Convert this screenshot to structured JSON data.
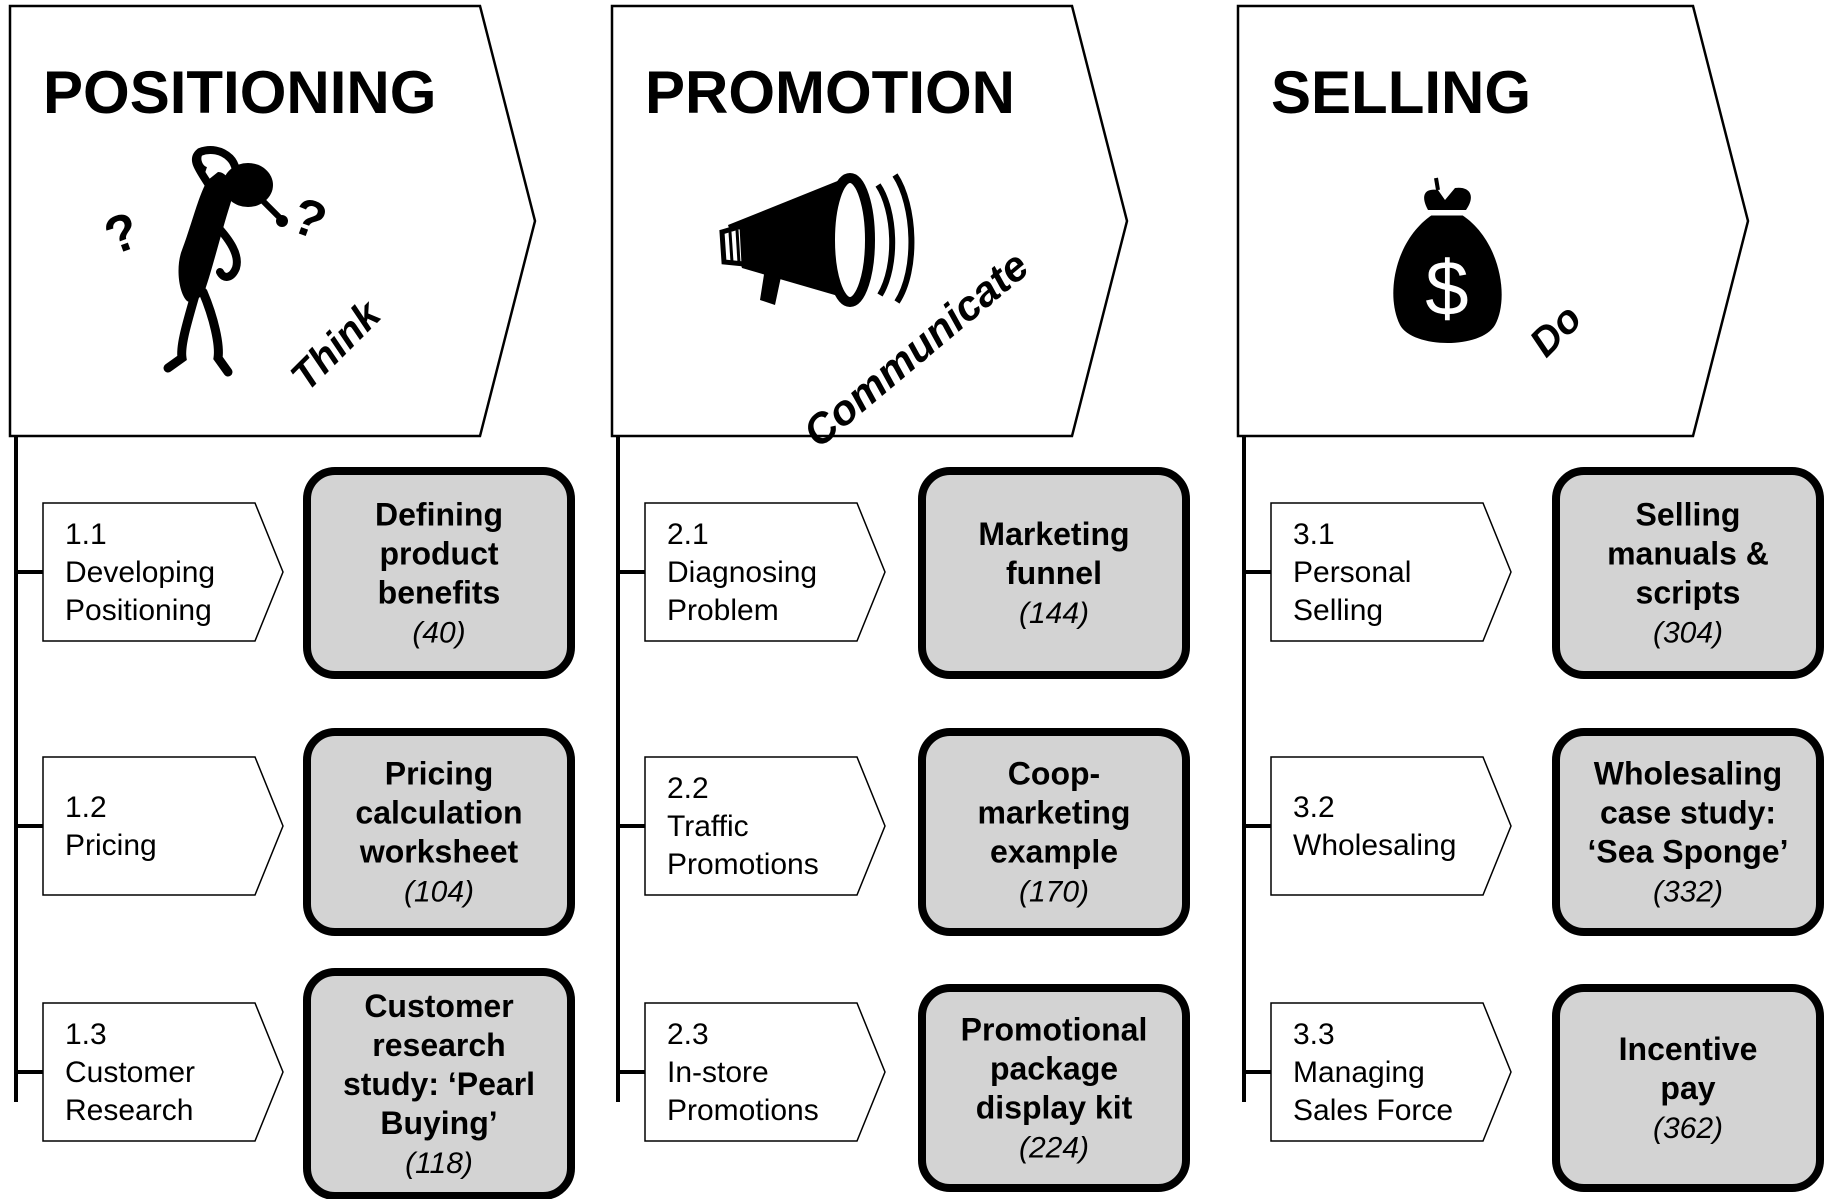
{
  "columns": [
    {
      "heading": "POSITIONING",
      "verb": "Think",
      "icon": "thinking-figure-icon",
      "items": [
        {
          "num": "1.1",
          "lines": [
            "Developing",
            "Positioning"
          ],
          "box": [
            "Defining",
            "product",
            "benefits"
          ],
          "page": "(40)"
        },
        {
          "num": "1.2",
          "lines": [
            "Pricing"
          ],
          "box": [
            "Pricing",
            "calculation",
            "worksheet"
          ],
          "page": "(104)"
        },
        {
          "num": "1.3",
          "lines": [
            "Customer",
            "Research"
          ],
          "box": [
            "Customer",
            "research",
            "study: ‘Pearl",
            "Buying’"
          ],
          "page": "(118)"
        }
      ]
    },
    {
      "heading": "PROMOTION",
      "verb": "Communicate",
      "icon": "megaphone-icon",
      "items": [
        {
          "num": "2.1",
          "lines": [
            "Diagnosing",
            "Problem"
          ],
          "box": [
            "Marketing",
            "funnel"
          ],
          "page": "(144)"
        },
        {
          "num": "2.2",
          "lines": [
            "Traffic",
            "Promotions"
          ],
          "box": [
            "Coop-",
            "marketing",
            "example"
          ],
          "page": "(170)"
        },
        {
          "num": "2.3",
          "lines": [
            "In-store",
            "Promotions"
          ],
          "box": [
            "Promotional",
            "package",
            "display kit"
          ],
          "page": "(224)"
        }
      ]
    },
    {
      "heading": "SELLING",
      "verb": "Do",
      "icon": "money-bag-icon",
      "items": [
        {
          "num": "3.1",
          "lines": [
            "Personal",
            "Selling"
          ],
          "box": [
            "Selling",
            "manuals &",
            "scripts"
          ],
          "page": "(304)"
        },
        {
          "num": "3.2",
          "lines": [
            "Wholesaling"
          ],
          "box": [
            "Wholesaling",
            "case study:",
            "‘Sea Sponge’"
          ],
          "page": "(332)"
        },
        {
          "num": "3.3",
          "lines": [
            "Managing",
            "Sales Force"
          ],
          "box": [
            "Incentive",
            "pay"
          ],
          "page": "(362)"
        }
      ]
    }
  ],
  "colors": {
    "line": "#000000",
    "box_fill": "#d3d3d3",
    "background": "#ffffff"
  },
  "icons": [
    "thinking-figure-icon",
    "megaphone-icon",
    "money-bag-icon",
    "dollar-sign-icon"
  ]
}
